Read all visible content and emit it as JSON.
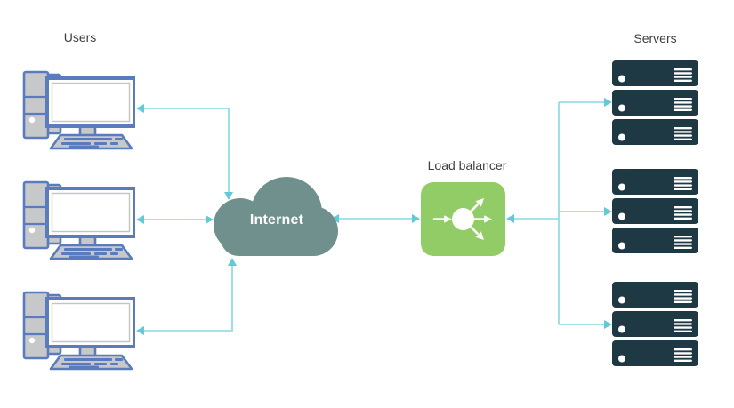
{
  "labels": {
    "users": "Users",
    "internet": "Internet",
    "load_balancer": "Load balancer",
    "servers": "Servers"
  },
  "topology": {
    "user_computers": 3,
    "server_groups": 3,
    "servers_per_group": 3
  },
  "colors": {
    "canvas-bg": "#ffffff",
    "label-text": "#3e3e3e",
    "connector-line": "#87d9e2",
    "connector-arrow": "#5fcbd9",
    "cloud-fill": "#6f908c",
    "cloud-text": "#ffffff",
    "lb-fill": "#91cc66",
    "server-fill": "#1f3944",
    "server-detail": "#ffffff",
    "pc-outline": "#5a7cbe",
    "pc-fill": "#c7c8ca",
    "pc-screen-line": "#c2c4c7"
  }
}
